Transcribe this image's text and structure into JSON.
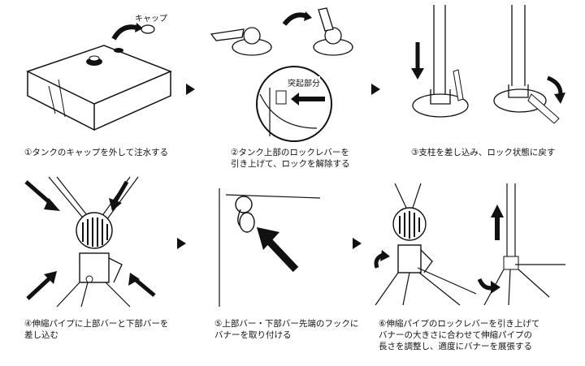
{
  "steps": [
    {
      "caption": "①タンクのキャップを外して注水する",
      "label": "キャップ"
    },
    {
      "caption": "②タンク上部のロックレバーを\n 引き上げて、ロックを解除する",
      "label": "突起部分"
    },
    {
      "caption": "③支柱を差し込み、ロック状態に戻す"
    },
    {
      "caption": "④伸縮パイプに上部バーと下部バーを\n 差し込む"
    },
    {
      "caption": "⑤上部バー・下部バー先端のフックに\n バナーを取り付ける"
    },
    {
      "caption": "⑥伸縮パイプのロックレバーを引き上げて\n バナーの大きさに合わせて伸縮パイプの\n 長さを調整し、適度にバナーを展張する"
    }
  ]
}
